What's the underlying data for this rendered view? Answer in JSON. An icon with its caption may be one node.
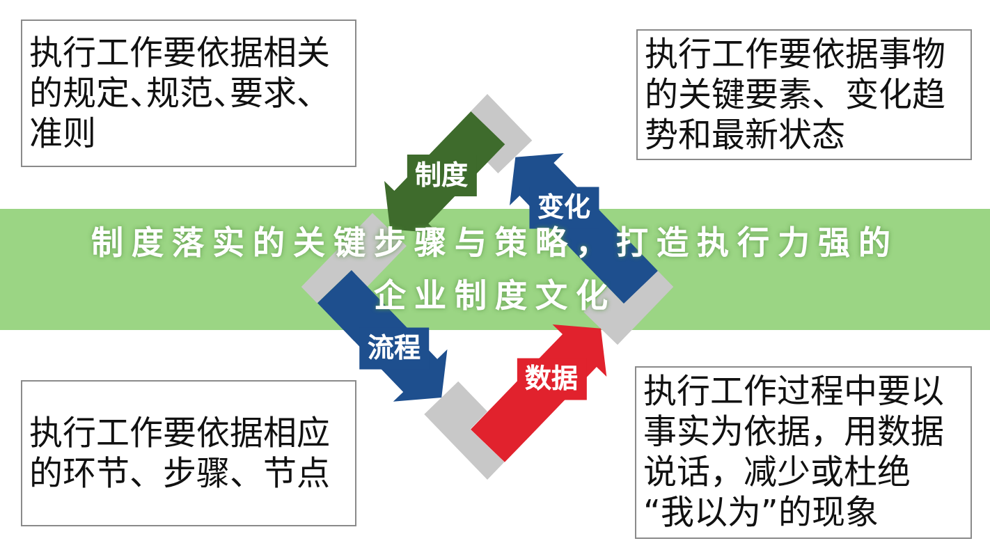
{
  "diagram": {
    "title": "制度落实的关键步骤与策略，打造执行力强的企业制度文化",
    "nodes": [
      {
        "text": [
          "执行工作要依据相关的规定、规范、要求、准则"
        ]
      },
      {
        "text": [
          "执行工作要依据事物的关键要素、变化趋势和最新状态"
        ]
      },
      {
        "text": [
          "制度"
        ]
      },
      {
        "text": [
          "变化"
        ]
      },
      {
        "text": [
          "流程"
        ]
      },
      {
        "text": [
          "数据"
        ]
      },
      {
        "text": [
          "执行工作要依据相应的环节、步骤、节点"
        ]
      },
      {
        "text": [
          "执行工作过程中要以事实为依据，用数据说话，减少或杜绝“我以为”的现象"
        ]
      }
    ],
    "edges": [
      {
        "from": 2,
        "to": 4,
        "arrow": "none"
      },
      {
        "from": 4,
        "to": 5,
        "arrow": "none"
      },
      {
        "from": 5,
        "to": 3,
        "arrow": "none"
      },
      {
        "from": 3,
        "to": 2,
        "arrow": "none"
      }
    ]
  }
}
